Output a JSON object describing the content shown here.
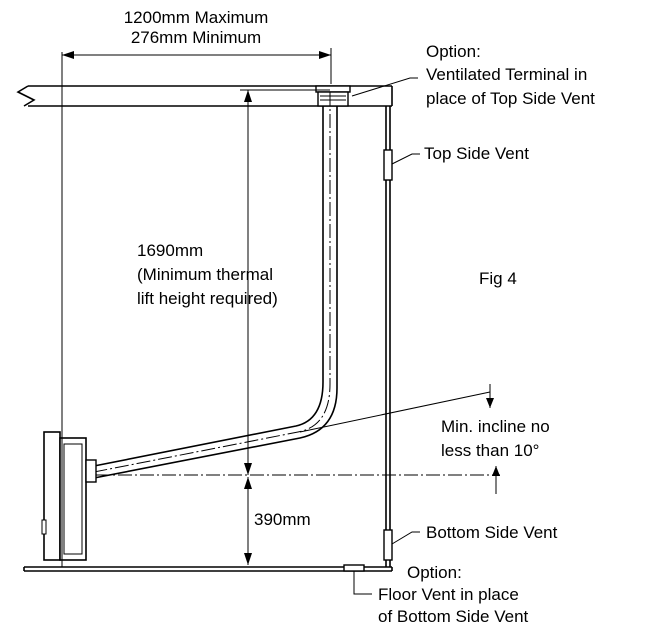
{
  "dimensions": {
    "width_max": "1200mm Maximum",
    "width_min": "276mm Minimum",
    "lift_value": "1690mm",
    "lift_note_1": "(Minimum thermal",
    "lift_note_2": "lift height required)",
    "base_height": "390mm"
  },
  "labels": {
    "option_top_1": "Option:",
    "option_top_2": "Ventilated Terminal in",
    "option_top_3": "place of Top Side Vent",
    "top_side_vent": "Top Side Vent",
    "figure": "Fig 4",
    "incline_1": "Min. incline no",
    "incline_2": "less than 10°",
    "bottom_side_vent": "Bottom Side Vent",
    "option_bottom_1": "Option:",
    "option_bottom_2": "Floor Vent in place",
    "option_bottom_3": "of Bottom Side Vent"
  }
}
